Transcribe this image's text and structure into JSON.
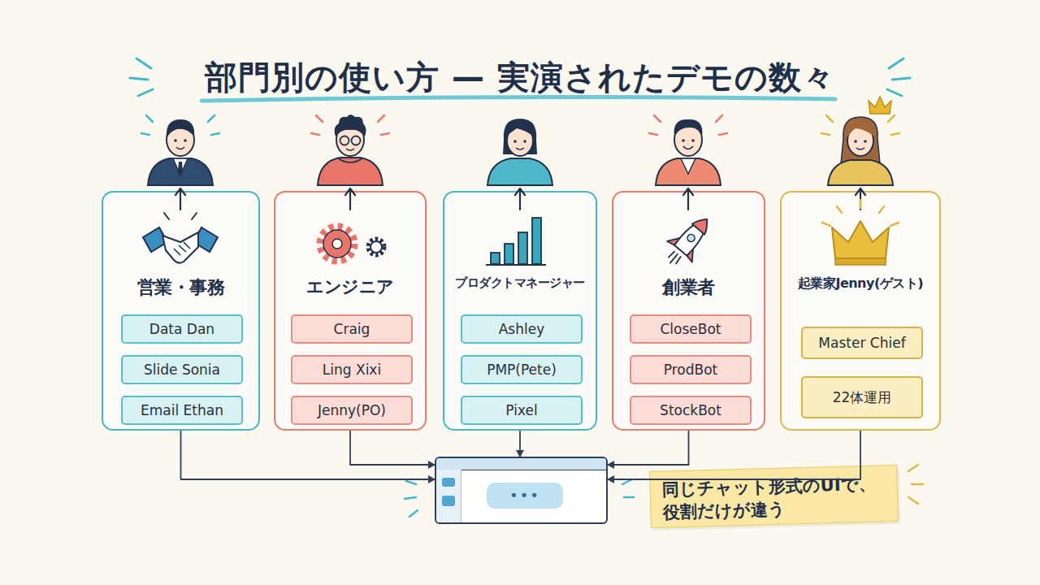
{
  "diagram": {
    "title": "部門別の使い方 — 実演されたデモの数々",
    "nodes": [
      {
        "text": [
          "営業・事務"
        ]
      },
      {
        "text": [
          "Data Dan"
        ],
        "in": 0
      },
      {
        "text": [
          "Slide Sonia"
        ],
        "in": 0
      },
      {
        "text": [
          "Email Ethan"
        ],
        "in": 0
      },
      {
        "text": [
          "エンジニア"
        ]
      },
      {
        "text": [
          "Craig"
        ],
        "in": 4
      },
      {
        "text": [
          "Ling Xixi"
        ],
        "in": 4
      },
      {
        "text": [
          "Jenny(PO)"
        ],
        "in": 4
      },
      {
        "text": [
          "プロダクトマネージャー"
        ]
      },
      {
        "text": [
          "Ashley"
        ],
        "in": 8
      },
      {
        "text": [
          "PMP(Pete)"
        ],
        "in": 8
      },
      {
        "text": [
          "Pixel"
        ],
        "in": 8
      },
      {
        "text": [
          "創業者"
        ]
      },
      {
        "text": [
          "CloseBot"
        ],
        "in": 12
      },
      {
        "text": [
          "ProdBot"
        ],
        "in": 12
      },
      {
        "text": [
          "StockBot"
        ],
        "in": 12
      },
      {
        "text": [
          "起業家Jenny(ゲスト)"
        ]
      },
      {
        "text": [
          "Master Chief"
        ],
        "in": 16
      },
      {
        "text": [
          "22体運用"
        ],
        "in": 16
      },
      {
        "text": [
          "•••"
        ]
      },
      {
        "text": [
          "同じチャット形式のUIで、役割だけが違う"
        ]
      }
    ],
    "edges": [
      {
        "from": 0,
        "to": 19,
        "arrow": "to"
      },
      {
        "from": 4,
        "to": 19,
        "arrow": "to"
      },
      {
        "from": 8,
        "to": 19,
        "arrow": "to"
      },
      {
        "from": 12,
        "to": 19,
        "arrow": "to"
      },
      {
        "from": 16,
        "to": 19,
        "arrow": "to"
      }
    ]
  }
}
